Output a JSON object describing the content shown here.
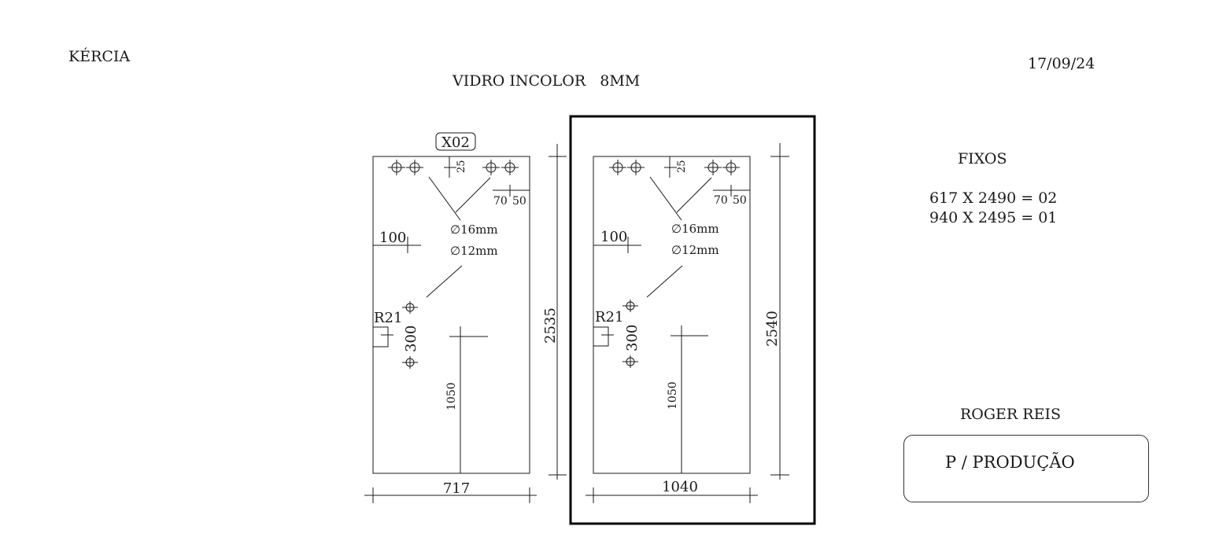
{
  "header": {
    "client": "KÉRCIA",
    "date": "17/09/24",
    "glass": "VIDRO INCOLOR   8MM"
  },
  "panels": [
    {
      "tag": "X02",
      "width_label": "717",
      "height_label": "2535",
      "top_offset": "25",
      "right_offset_a": "70",
      "right_offset_b": "50",
      "left_dim": "100",
      "hole_a": "∅16mm",
      "hole_b": "∅12mm",
      "radius": "R21",
      "hole_spacing": "300",
      "center_height": "1050"
    },
    {
      "tag": "",
      "width_label": "1040",
      "height_label": "2540",
      "top_offset": "25",
      "right_offset_a": "70",
      "right_offset_b": "50",
      "left_dim": "100",
      "hole_a": "∅16mm",
      "hole_b": "∅12mm",
      "radius": "R21",
      "hole_spacing": "300",
      "center_height": "1050"
    }
  ],
  "fixos": {
    "title": "FIXOS",
    "items": [
      "617 X 2490 = 02",
      "940 X 2495 = 01"
    ]
  },
  "footer": {
    "author": "ROGER REIS",
    "stamp": "P / PRODUÇÃO"
  }
}
